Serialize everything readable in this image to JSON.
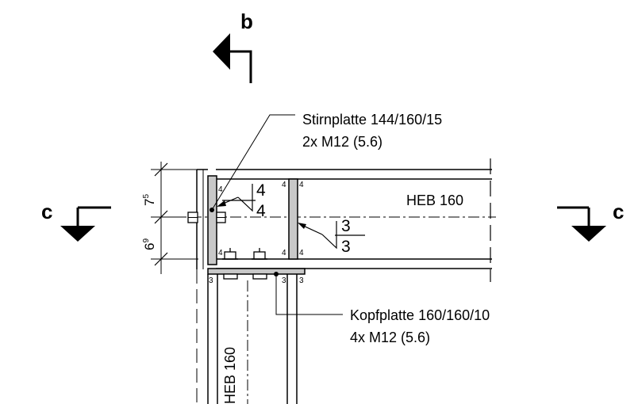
{
  "section_markers": {
    "b": "b",
    "c_left": "c",
    "c_right": "c"
  },
  "labels": {
    "stirnplatte_title": "Stirnplatte 144/160/15",
    "stirnplatte_bolts": "2x M12 (5.6)",
    "beam_profile": "HEB 160",
    "kopfplatte_title": "Kopfplatte 160/160/10",
    "kopfplatte_bolts": "4x M12 (5.6)",
    "column_profile": "HEB 160"
  },
  "welds": {
    "stirnplatte_top": "4",
    "stirnplatte_bottom": "4",
    "stiffener_top": "3",
    "stiffener_bottom": "3",
    "small": [
      "4",
      "4",
      "4",
      "4",
      "4",
      "4",
      "3",
      "3",
      "3"
    ]
  },
  "dimensions": {
    "upper_base": "7",
    "upper_sup": "5",
    "lower_base": "6",
    "lower_sup": "9"
  },
  "colors": {
    "line": "#000000",
    "plate_fill": "#c8c8c8"
  }
}
